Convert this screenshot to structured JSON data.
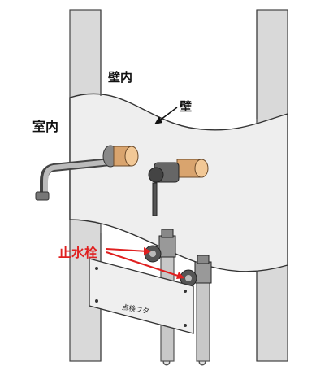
{
  "labels": {
    "in_wall": "壁内",
    "wall": "壁",
    "indoor": "室内",
    "shutoff_valve": "止水栓",
    "inspection_cover": "点検フタ"
  },
  "colors": {
    "pillar": "#d9d9d9",
    "wall": "#eeeeee",
    "pipe": "#bfbfbf",
    "metal": "#555555",
    "fitting": "#d9a46e",
    "accent": "#e02020"
  }
}
